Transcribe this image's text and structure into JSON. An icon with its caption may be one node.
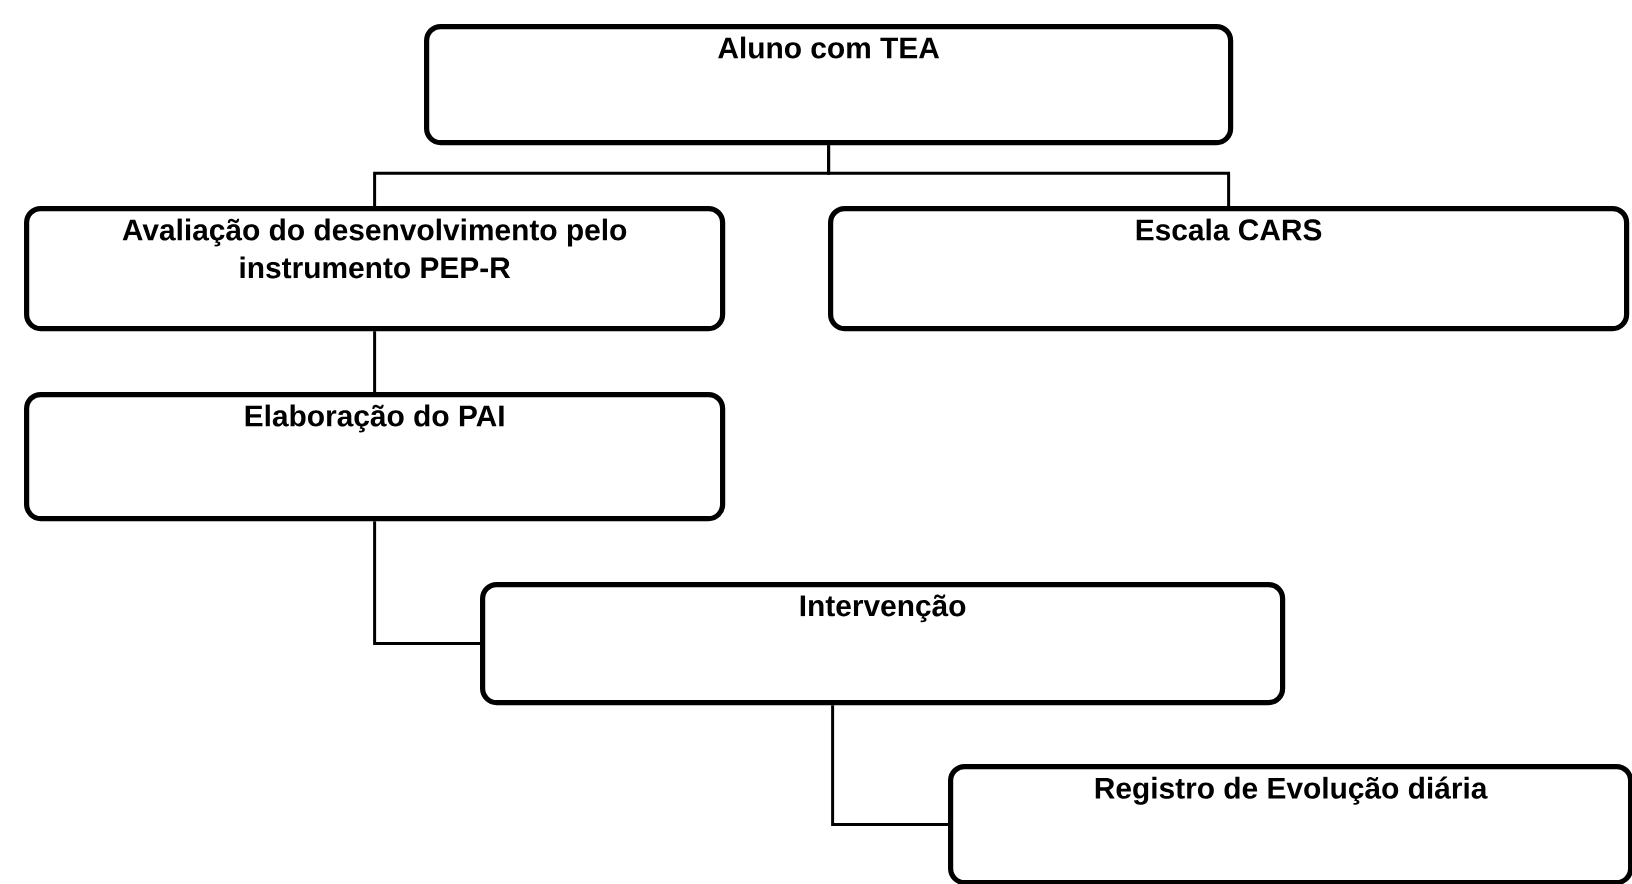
{
  "diagram": {
    "nodes": [
      {
        "text": [
          "Aluno com TEA"
        ]
      },
      {
        "text": [
          "Avaliação do desenvolvimento pelo instrumento PEP-R"
        ]
      },
      {
        "text": [
          "Escala CARS"
        ]
      },
      {
        "text": [
          "Elaboração do PAI"
        ]
      },
      {
        "text": [
          "Intervenção"
        ]
      },
      {
        "text": [
          "Registro de Evolução diária"
        ]
      }
    ],
    "edges": [
      {
        "from": 0,
        "to": 1,
        "arrow": "none"
      },
      {
        "from": 0,
        "to": 2,
        "arrow": "none"
      },
      {
        "from": 1,
        "to": 3,
        "arrow": "none"
      },
      {
        "from": 3,
        "to": 4,
        "arrow": "none"
      },
      {
        "from": 4,
        "to": 5,
        "arrow": "none"
      }
    ]
  }
}
